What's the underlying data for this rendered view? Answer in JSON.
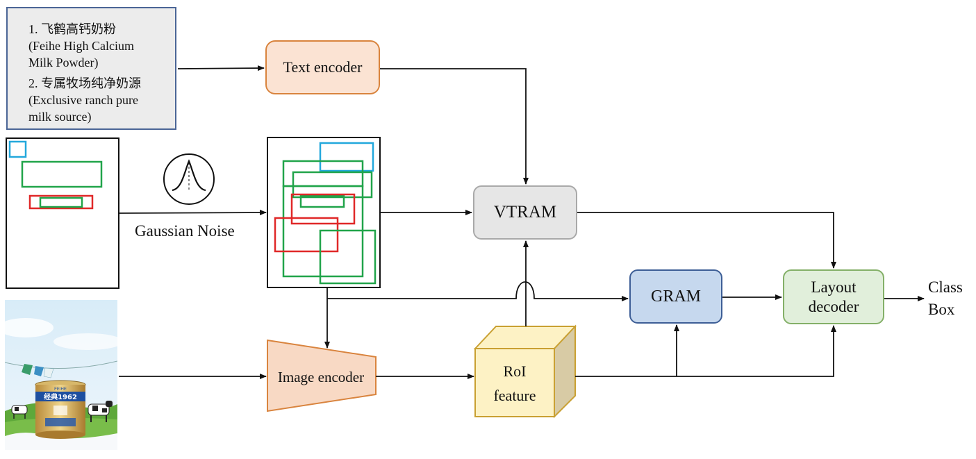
{
  "text_prompt": {
    "line1": "1. 飞鹤高钙奶粉",
    "line2": " (Feihe High Calcium",
    "line3": "Milk Powder)",
    "line4": "2. 专属牧场纯净奶源",
    "line5": "(Exclusive ranch pure",
    "line6": "milk source)"
  },
  "nodes": {
    "text_encoder": "Text encoder",
    "vtram": "VTRAM",
    "gram": "GRAM",
    "layout_decoder_line1": "Layout",
    "layout_decoder_line2": "decoder",
    "image_encoder": "Image encoder",
    "roi_line1": "RoI",
    "roi_line2": "feature"
  },
  "labels": {
    "gaussian_noise": "Gaussian Noise"
  },
  "outputs": {
    "class": "Class",
    "box": "Box"
  },
  "product_photo": {
    "brand": "FEIHE",
    "product": "经典1962"
  },
  "colors": {
    "layout_blue": "#23a8dc",
    "layout_green": "#21a44a",
    "layout_red": "#e02828",
    "text_encoder_fill": "#fbe3d3",
    "image_encoder_fill": "#f8d9c4",
    "roi_fill": "#fdf2c5",
    "gram_fill": "#c6d8ee",
    "layout_decoder_fill": "#e1efdb",
    "vtram_fill": "#e6e6e6"
  }
}
